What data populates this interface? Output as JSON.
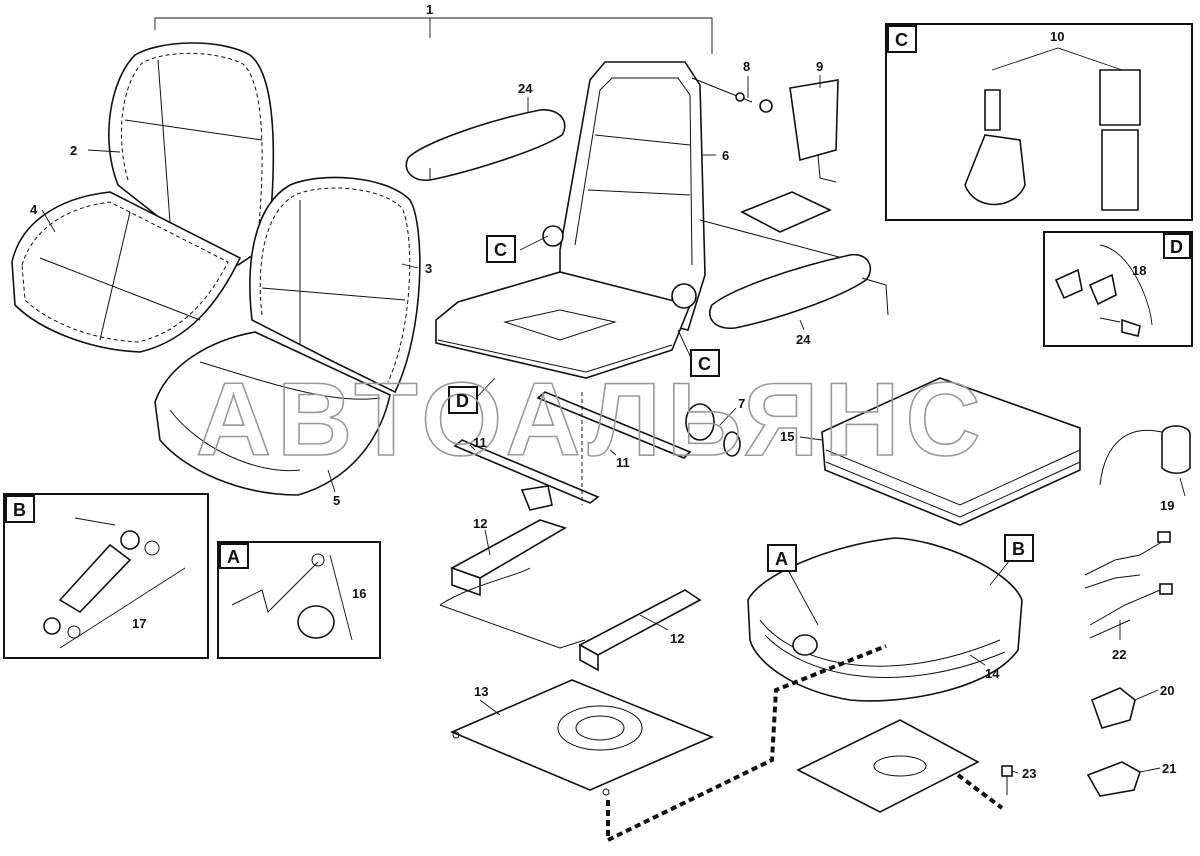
{
  "watermark": "АВТОАЛЬЯНС",
  "callouts": {
    "c1": "1",
    "c2": "2",
    "c3": "3",
    "c4": "4",
    "c5": "5",
    "c6": "6",
    "c7": "7",
    "c8": "8",
    "c9": "9",
    "c10": "10",
    "c11a": "11",
    "c11b": "11",
    "c12a": "12",
    "c12b": "12",
    "c13": "13",
    "c14": "14",
    "c15": "15",
    "c16": "16",
    "c17": "17",
    "c18": "18",
    "c19": "19",
    "c20": "20",
    "c21": "21",
    "c22": "22",
    "c23": "23",
    "c24a": "24",
    "c24b": "24"
  },
  "detail_tags": {
    "A_frame": "A",
    "A_main": "A",
    "B_frame": "B",
    "B_main": "B",
    "C_frame": "C",
    "C_main1": "C",
    "C_main2": "C",
    "D_frame": "D",
    "D_main": "D"
  }
}
